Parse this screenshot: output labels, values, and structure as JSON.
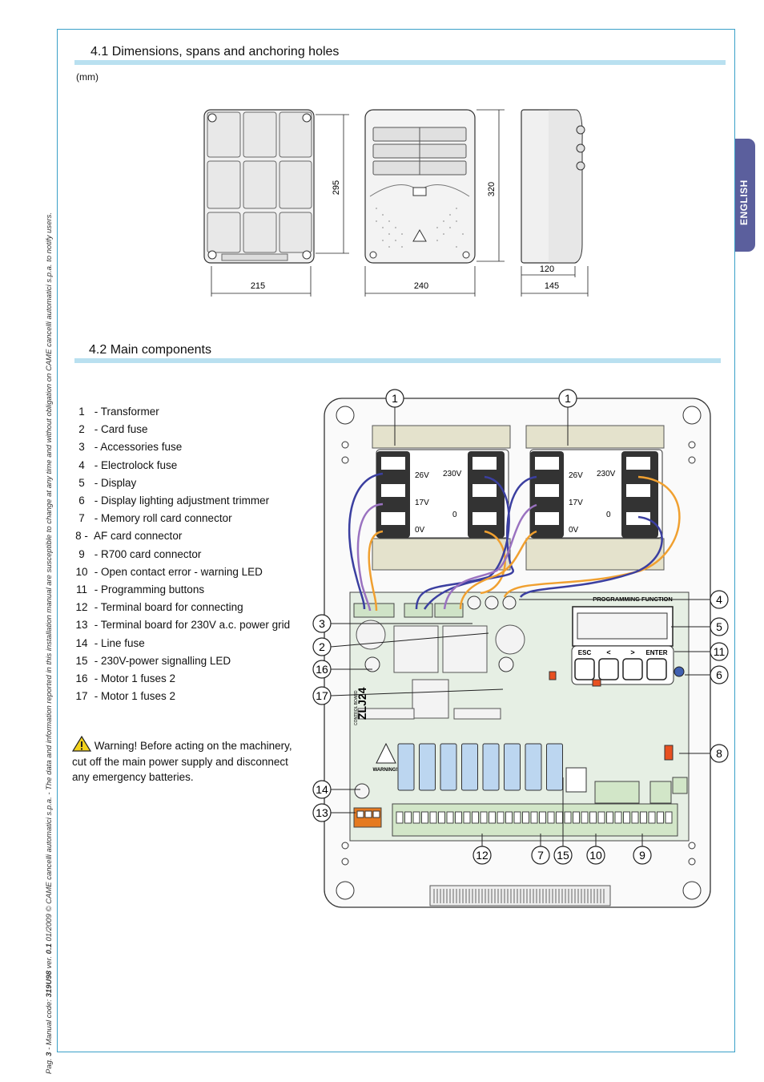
{
  "side_note": {
    "prefix": "Pag.",
    "page": "3",
    "manual_prefix": "- Manual code:",
    "manual_code": "319U98",
    "version_prefix": "ver.",
    "version": "0.1",
    "rest": "01/2009  © CAME cancelli automatici s.p.a. - The data and information reported in this installation manual are susceptible to change at any time and without obligation on CAME cancelli automatici s.p.a. to notify users."
  },
  "language_tab": "ENGLISH",
  "section1": {
    "title": "4.1 Dimensions, spans and anchoring holes",
    "unit": "(mm)",
    "dims": {
      "w1": "215",
      "w2": "240",
      "d1": "120",
      "d2": "145",
      "h1": "295",
      "h2": "320"
    }
  },
  "section2": {
    "title": "4.2 Main components",
    "legend": [
      {
        "num": "1",
        "label": "- Transformer"
      },
      {
        "num": "2",
        "label": "- Card fuse"
      },
      {
        "num": "3",
        "label": "- Accessories fuse"
      },
      {
        "num": "4",
        "label": "- Electrolock fuse"
      },
      {
        "num": "5",
        "label": "- Display"
      },
      {
        "num": "6",
        "label": "- Display lighting adjustment trimmer"
      },
      {
        "num": "7",
        "label": "- Memory roll card connector"
      },
      {
        "num": "8 -",
        "label": " AF card connector"
      },
      {
        "num": "9",
        "label": "- R700 card connector"
      },
      {
        "num": "10",
        "label": "- Open contact error - warning LED"
      },
      {
        "num": "11",
        "label": "- Programming buttons"
      },
      {
        "num": "12",
        "label": "- Terminal board for connecting"
      },
      {
        "num": "13",
        "label": "- Terminal board for 230V a.c. power grid"
      },
      {
        "num": "14",
        "label": "- Line fuse"
      },
      {
        "num": "15",
        "label": "- 230V-power signalling LED"
      },
      {
        "num": "16",
        "label": "- Motor 1 fuses 2"
      },
      {
        "num": "17",
        "label": "- Motor 1 fuses 2"
      }
    ],
    "warning": "Warning! Before acting on the machinery, cut off the main power supply and disconnect any emergency batteries.",
    "diagram": {
      "transformer_labels": {
        "v26": "26V",
        "v17": "17V",
        "v0": "0V",
        "v230": "230V",
        "zero": "0"
      },
      "board_title": "PROGRAMMING FUNCTION",
      "buttons": [
        "ESC",
        "<",
        ">",
        "ENTER"
      ],
      "board_model": "ZLJ24",
      "board_sub": "CONTROL BOARD",
      "warning_tag": "WARNING!",
      "callouts": [
        "1",
        "1",
        "4",
        "5",
        "11",
        "6",
        "8",
        "3",
        "2",
        "16",
        "17",
        "14",
        "13",
        "12",
        "7",
        "15",
        "10",
        "9"
      ]
    }
  },
  "colors": {
    "accent_line": "#b9e0f0",
    "frame": "#3aa0c8",
    "tab": "#5b5f9d",
    "wire_blue": "#3b3fa0",
    "wire_orange": "#f0a030",
    "wire_purple": "#9a72c0",
    "board_green": "#e6efe4"
  }
}
